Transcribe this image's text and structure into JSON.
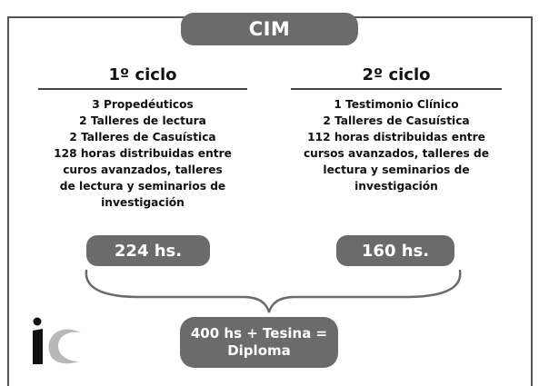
{
  "title": "CIM",
  "cycles": [
    {
      "heading": "1º ciclo",
      "items": [
        "3 Propedéuticos",
        "2 Talleres de lectura",
        "2 Talleres de Casuística",
        "128 horas distribuidas entre",
        "curos avanzados, talleres",
        "de lectura y seminarios de",
        "investigación"
      ],
      "hours": "224 hs."
    },
    {
      "heading": "2º ciclo",
      "items": [
        "1 Testimonio Clínico",
        "2 Talleres de Casuística",
        "112 horas distribuidas entre",
        "cursos avanzados, talleres de",
        "lectura y seminarios de",
        "investigación"
      ],
      "hours": "160 hs."
    }
  ],
  "result": {
    "line1": "400 hs + Tesina =",
    "line2": "Diploma"
  },
  "colors": {
    "pill": "#6b6b6b",
    "frame": "#555555",
    "text": "#111111"
  }
}
